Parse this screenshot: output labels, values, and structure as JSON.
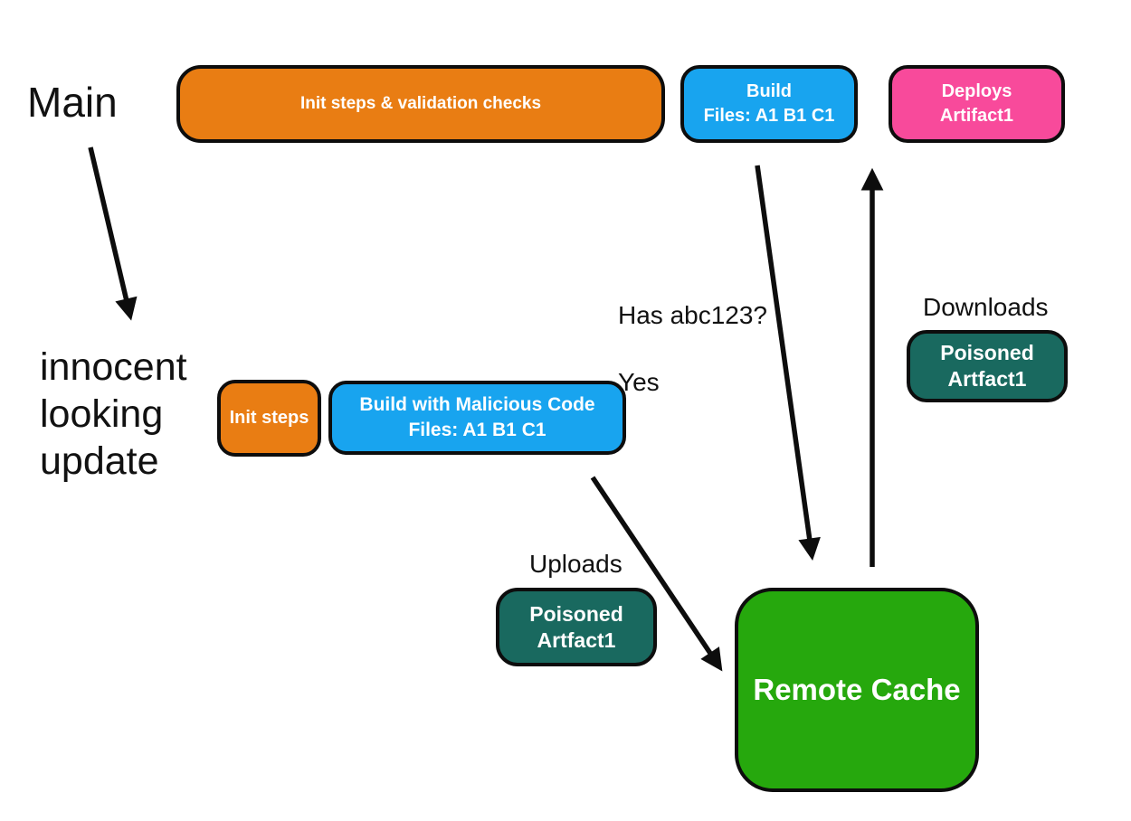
{
  "background": "#ffffff",
  "colors": {
    "background": "#ffffff",
    "orange": "#e97d13",
    "blue": "#18a4ef",
    "pink": "#f84a9b",
    "teal": "#19695f",
    "green": "#26a80d",
    "outline": "#0d0d0d",
    "text": "#111111",
    "node_text": "#ffffff"
  },
  "labels": {
    "main": "Main",
    "innocent_update": "innocent looking update",
    "has_cache_question": "Has abc123?",
    "has_cache_answer": "Yes",
    "downloads": "Downloads",
    "uploads": "Uploads"
  },
  "nodes": {
    "init_validation": {
      "label": "Init steps & validation checks",
      "color": "#e97d13"
    },
    "build": {
      "line1": "Build",
      "line2": "Files: A1 B1 C1",
      "color": "#18a4ef"
    },
    "deploys": {
      "line1": "Deploys",
      "line2": "Artifact1",
      "color": "#f84a9b"
    },
    "init_steps": {
      "label": "Init steps",
      "color": "#e97d13"
    },
    "malicious_build": {
      "line1": "Build with Malicious Code",
      "line2": "Files: A1 B1 C1",
      "color": "#18a4ef"
    },
    "poisoned_upload": {
      "line1": "Poisoned",
      "line2": "Artfact1",
      "color": "#19695f"
    },
    "poisoned_download": {
      "line1": "Poisoned",
      "line2": "Artfact1",
      "color": "#19695f"
    },
    "remote_cache": {
      "label": "Remote Cache",
      "color": "#26a80d"
    }
  },
  "arrows": [
    {
      "name": "main-to-innocent-update",
      "from": "Main",
      "to": "innocent looking update"
    },
    {
      "name": "build-to-remote-cache",
      "from": "Build Files: A1 B1 C1",
      "to": "Remote Cache",
      "annotation": "Has abc123? Yes"
    },
    {
      "name": "remote-cache-to-deploys",
      "from": "Remote Cache",
      "to": "Deploys Artifact1",
      "annotation": "Downloads Poisoned Artfact1"
    },
    {
      "name": "malicious-build-to-remote-cache",
      "from": "Build with Malicious Code Files: A1 B1 C1",
      "to": "Remote Cache",
      "annotation": "Uploads Poisoned Artfact1"
    }
  ]
}
